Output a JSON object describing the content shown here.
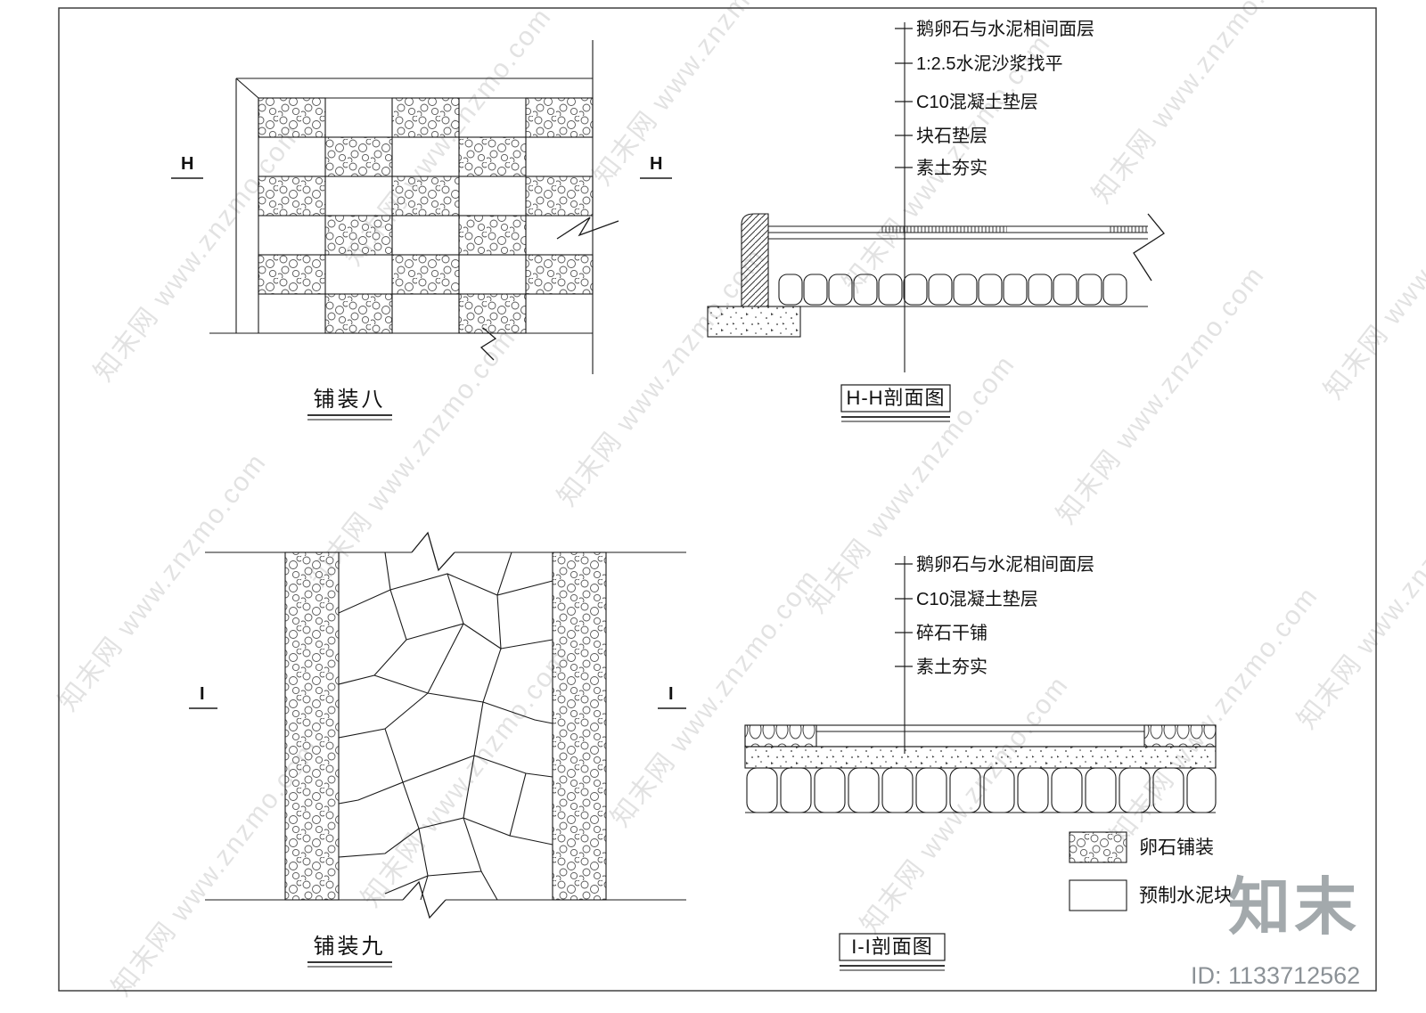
{
  "watermark": {
    "diag": "知末网 www.znzmo.com",
    "logo": "知末",
    "id": "ID: 1133712562"
  },
  "paving8": {
    "title": "铺装八",
    "mark_left": "H",
    "mark_right": "H"
  },
  "section_hh": {
    "title": "H-H剖面图",
    "labels": [
      "鹅卵石与水泥相间面层",
      "1:2.5水泥沙浆找平",
      "C10混凝土垫层",
      "块石垫层",
      "素土夯实"
    ]
  },
  "paving9": {
    "title": "铺装九",
    "mark_left": "I",
    "mark_right": "I"
  },
  "section_ii": {
    "title": "I-I剖面图",
    "labels": [
      "鹅卵石与水泥相间面层",
      "C10混凝土垫层",
      "碎石干铺",
      "素土夯实"
    ]
  },
  "legend": {
    "pebble_label": "卵石铺装",
    "precast_label": "预制水泥块"
  }
}
